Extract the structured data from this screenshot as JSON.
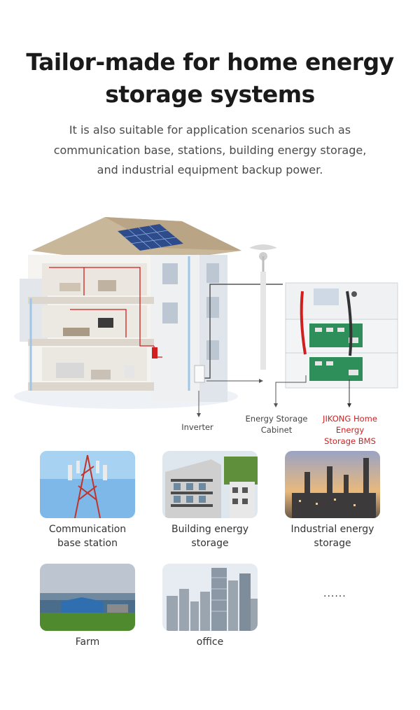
{
  "header": {
    "title_line1": "Tailor-made for home energy",
    "title_line2": "storage systems",
    "subtitle_line1": "It is also suitable for application scenarios such as",
    "subtitle_line2": "communication base, stations, building energy storage,",
    "subtitle_line3": "and industrial equipment backup power."
  },
  "diagram": {
    "inverter_label": "Inverter",
    "cabinet_label_line1": "Energy Storage",
    "cabinet_label_line2": "Cabinet",
    "bms_label_line1": "JIKONG Home Energy",
    "bms_label_line2": "Storage BMS",
    "accent_red": "#d11f1f"
  },
  "applications": [
    {
      "line1": "Communication",
      "line2": "base station"
    },
    {
      "line1": "Building energy",
      "line2": "storage"
    },
    {
      "line1": "Industrial energy",
      "line2": "storage"
    },
    {
      "line1": "Farm",
      "line2": ""
    },
    {
      "line1": "office",
      "line2": ""
    }
  ],
  "more_indicator": "......"
}
